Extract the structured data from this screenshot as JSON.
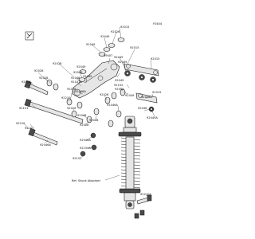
{
  "figure_code": "F0404",
  "caption": "Ref. Shock Absorber",
  "callouts": [
    {
      "id": "c1",
      "text": "92015"
    },
    {
      "id": "c2",
      "text": "92026"
    },
    {
      "id": "c3",
      "text": "92049"
    },
    {
      "id": "c4",
      "text": "92049"
    },
    {
      "id": "c5",
      "text": "39007"
    },
    {
      "id": "c6",
      "text": "92015"
    },
    {
      "id": "c7",
      "text": "92049"
    },
    {
      "id": "c8",
      "text": "92049"
    },
    {
      "id": "c9",
      "text": "92015"
    },
    {
      "id": "c10",
      "text": "92049"
    },
    {
      "id": "c11",
      "text": "92028"
    },
    {
      "id": "c12",
      "text": "92049"
    },
    {
      "id": "c13",
      "text": "92049"
    },
    {
      "id": "c14",
      "text": "92049"
    },
    {
      "id": "c15",
      "text": "92028"
    },
    {
      "id": "c16",
      "text": "92028"
    },
    {
      "id": "c17",
      "text": "92048"
    },
    {
      "id": "c18",
      "text": "92151A"
    },
    {
      "id": "c19",
      "text": "92048"
    },
    {
      "id": "c20",
      "text": "92046A"
    },
    {
      "id": "c21",
      "text": "92152"
    },
    {
      "id": "c22",
      "text": "92049"
    },
    {
      "id": "c23",
      "text": "92049"
    },
    {
      "id": "c24",
      "text": "92028"
    },
    {
      "id": "c25",
      "text": "92028"
    },
    {
      "id": "c26",
      "text": "92210"
    },
    {
      "id": "c27",
      "text": "92015"
    },
    {
      "id": "c28",
      "text": "92046A"
    },
    {
      "id": "c29",
      "text": "92046A"
    },
    {
      "id": "c30",
      "text": "92046"
    },
    {
      "id": "c31",
      "text": "92028"
    },
    {
      "id": "c32",
      "text": "92151"
    },
    {
      "id": "c33",
      "text": "92046"
    },
    {
      "id": "c34",
      "text": "92049A"
    },
    {
      "id": "c35",
      "text": "92028"
    },
    {
      "id": "c36",
      "text": "92028"
    },
    {
      "id": "c37",
      "text": "92151"
    },
    {
      "id": "c38",
      "text": "92046A"
    },
    {
      "id": "c39",
      "text": "92046A"
    },
    {
      "id": "c40",
      "text": "92151A"
    },
    {
      "id": "c41",
      "text": "92151"
    },
    {
      "id": "c42",
      "text": "92210"
    },
    {
      "id": "c43",
      "text": "92210A"
    }
  ]
}
